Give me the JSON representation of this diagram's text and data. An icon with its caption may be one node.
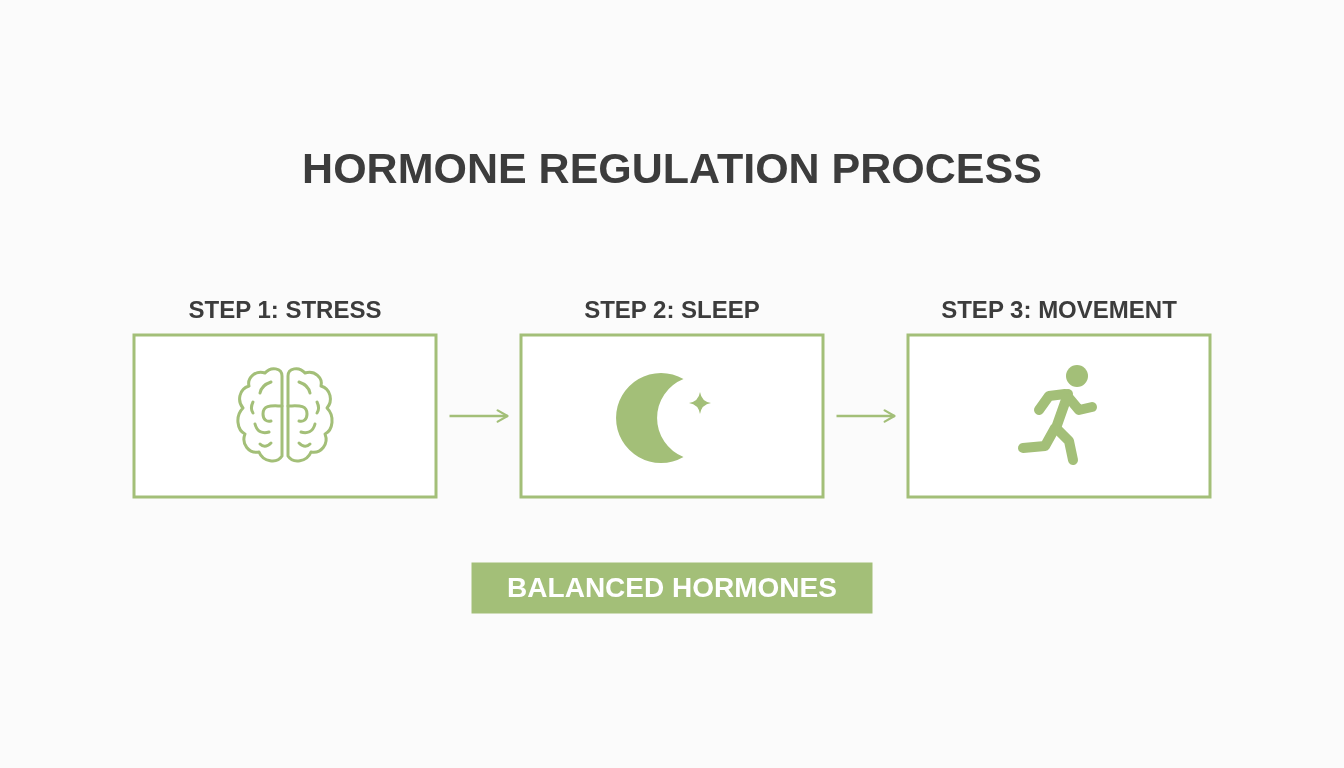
{
  "diagram": {
    "title": "HORMONE REGULATION PROCESS",
    "nodes": [
      {
        "text": [
          "STEP 1: STRESS"
        ]
      },
      {
        "text": [
          "STEP 2: SLEEP"
        ]
      },
      {
        "text": [
          "STEP 3: MOVEMENT"
        ]
      },
      {
        "text": [
          "BALANCED HORMONES"
        ]
      }
    ],
    "edges": [
      {
        "from": 0,
        "to": 1,
        "arrow": "to"
      },
      {
        "from": 1,
        "to": 2,
        "arrow": "to"
      }
    ]
  }
}
